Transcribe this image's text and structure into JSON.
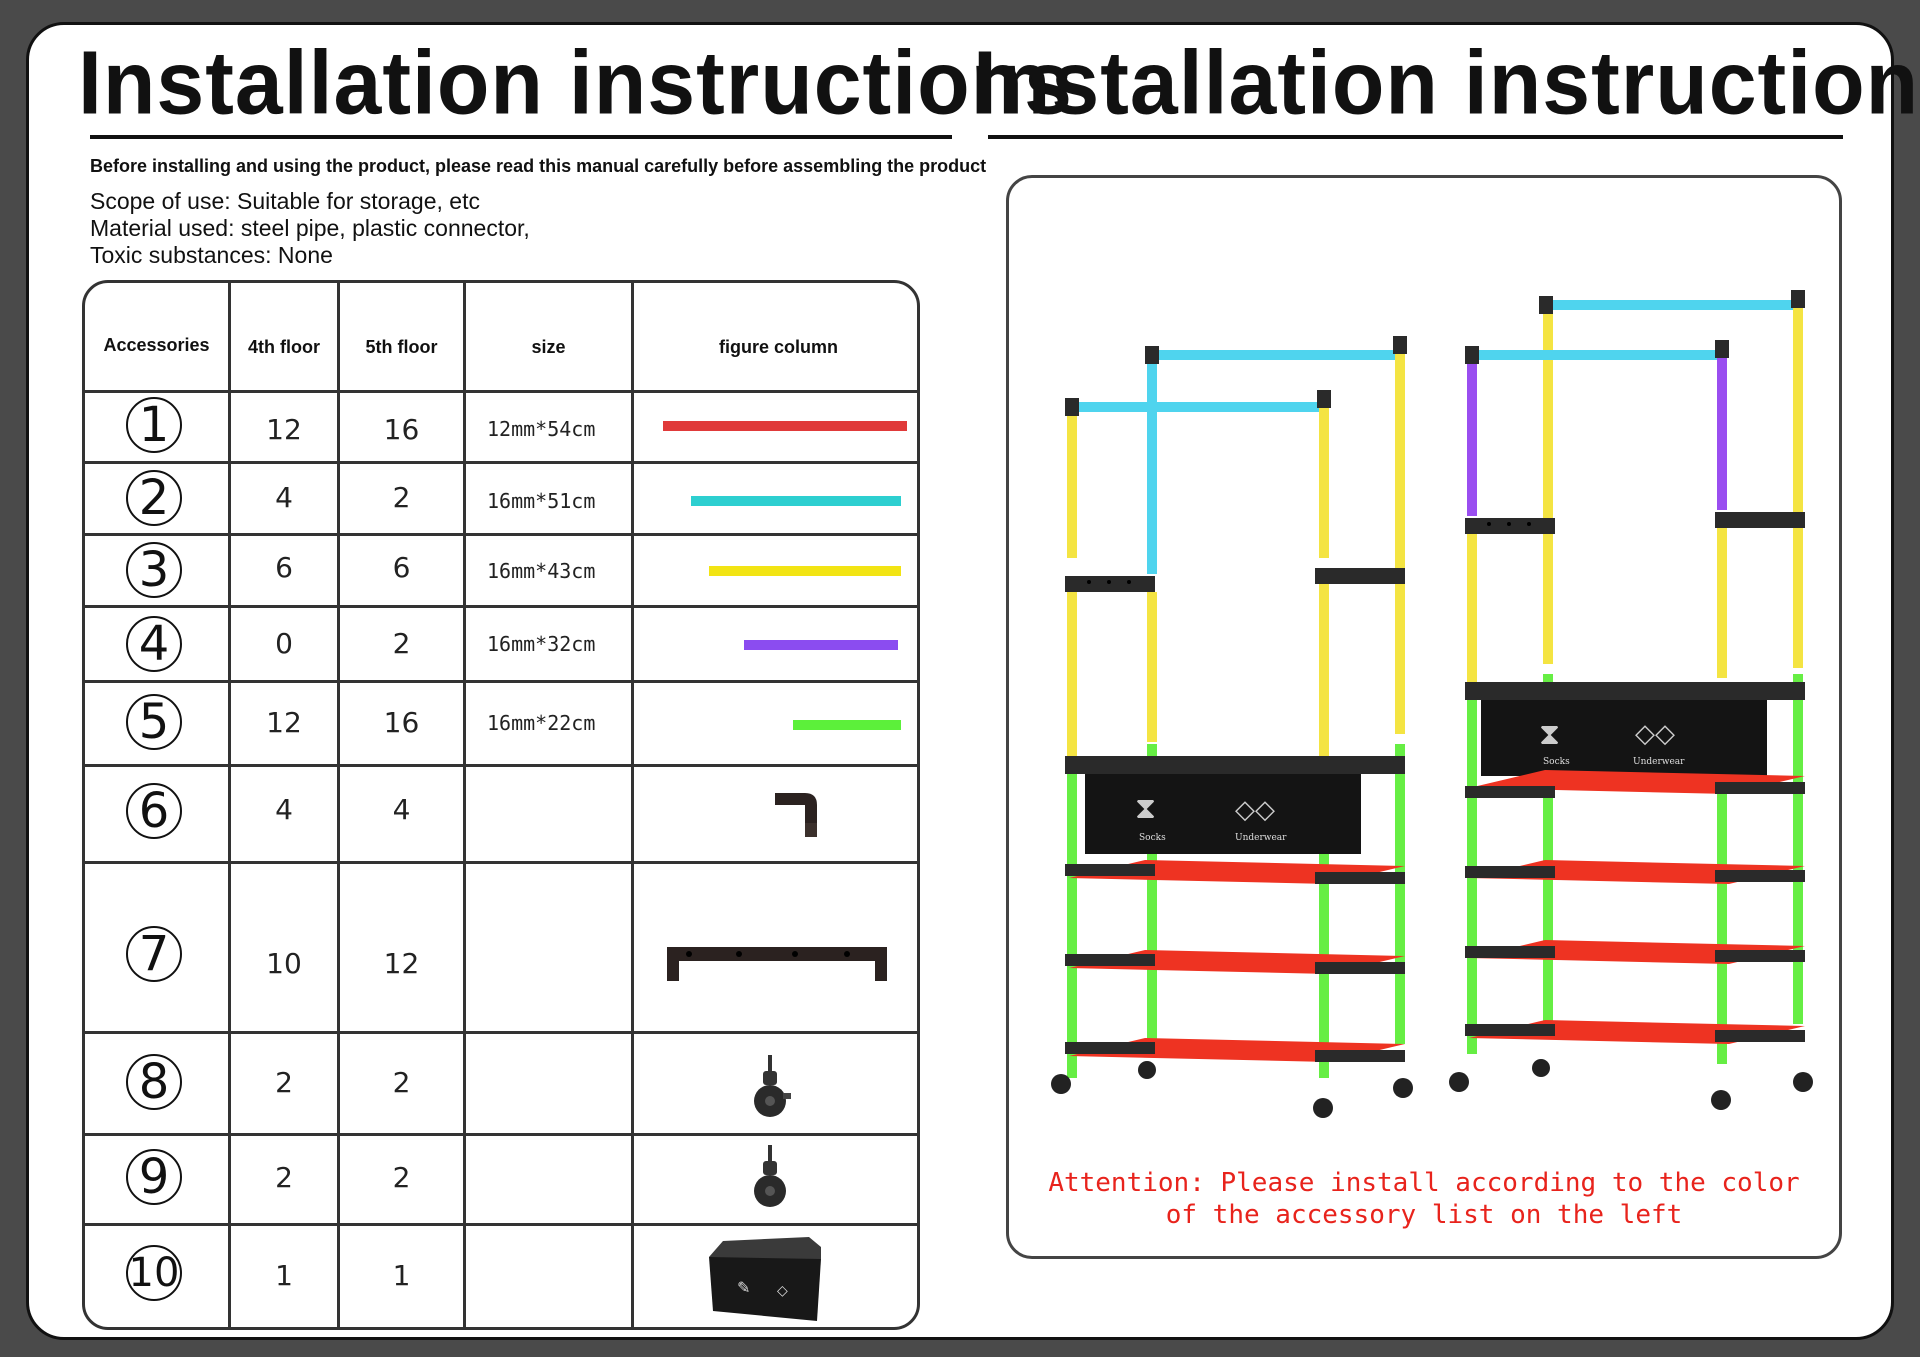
{
  "title_left": "Installation instructions",
  "title_right": "Installation instructions",
  "intro": "Before installing and using the product, please read this manual carefully before assembling the product",
  "scope": "Scope of use: Suitable for storage, etc",
  "material": "Material used: steel pipe, plastic connector,",
  "toxic": "Toxic substances: None",
  "table": {
    "headers": [
      "Accessories",
      "4th floor",
      "5th floor",
      "size",
      "figure column"
    ],
    "rows": [
      {
        "no": "1",
        "floor4": "12",
        "floor5": "16",
        "size": "12mm*54cm",
        "figure": "red-tube",
        "color": "#e03a3a"
      },
      {
        "no": "2",
        "floor4": "4",
        "floor5": "2",
        "size": "16mm*51cm",
        "figure": "cyan-tube",
        "color": "#2dcfd0"
      },
      {
        "no": "3",
        "floor4": "6",
        "floor5": "6",
        "size": "16mm*43cm",
        "figure": "yellow-tube",
        "color": "#f2e413"
      },
      {
        "no": "4",
        "floor4": "0",
        "floor5": "2",
        "size": "16mm*32cm",
        "figure": "purple-tube",
        "color": "#8b4cf0"
      },
      {
        "no": "5",
        "floor4": "12",
        "floor5": "16",
        "size": "16mm*22cm",
        "figure": "green-tube",
        "color": "#5cf03a"
      },
      {
        "no": "6",
        "floor4": "4",
        "floor5": "4",
        "size": "",
        "figure": "elbow-connector-icon"
      },
      {
        "no": "7",
        "floor4": "10",
        "floor5": "12",
        "size": "",
        "figure": "crossbar-connector-icon"
      },
      {
        "no": "8",
        "floor4": "2",
        "floor5": "2",
        "size": "",
        "figure": "caster-wheel-icon"
      },
      {
        "no": "9",
        "floor4": "2",
        "floor5": "2",
        "size": "",
        "figure": "caster-wheel-icon"
      },
      {
        "no": "10",
        "floor4": "1",
        "floor5": "1",
        "size": "",
        "figure": "storage-box-icon"
      }
    ]
  },
  "illustration": {
    "box_label_socks": "Socks",
    "box_label_underwear": "Underwear",
    "colors": {
      "top_bar": "#4fd4ee",
      "upright": "#f4e442",
      "lower_upright": "#66ee44",
      "shelf": "#ee3322",
      "purple": "#9a4ef0",
      "connector": "#2a2a2a"
    }
  },
  "attention_line1": "Attention: Please install according to the color",
  "attention_line2": "of the accessory list on the left"
}
